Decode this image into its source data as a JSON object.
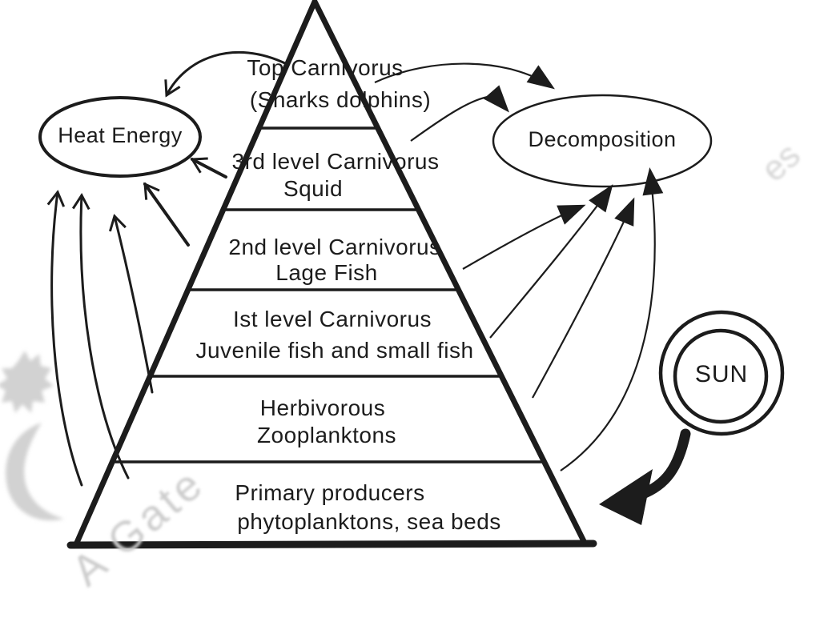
{
  "pyramid": {
    "levels": [
      {
        "line1": "Top Carnivorus",
        "line2": "(Sharks dolphins)"
      },
      {
        "line1": "3rd level Carnivorus",
        "line2": "Squid"
      },
      {
        "line1": "2nd level Carnivorus",
        "line2": "Lage Fish"
      },
      {
        "line1": "Ist  level Carnivorus",
        "line2": "Juvenile fish and small fish"
      },
      {
        "line1": "Herbivorous",
        "line2": "Zooplanktons"
      },
      {
        "line1": "Primary producers",
        "line2": "phytoplanktons, sea beds"
      }
    ]
  },
  "nodes": {
    "heat_energy": {
      "label": "Heat Energy"
    },
    "decomposition": {
      "label": "Decomposition"
    },
    "sun": {
      "label": "SUN"
    }
  },
  "watermarks": {
    "bottom_left": "A Gate",
    "top_right": "es"
  },
  "colors": {
    "ink": "#1c1c1c",
    "watermark": "#cccccc"
  }
}
